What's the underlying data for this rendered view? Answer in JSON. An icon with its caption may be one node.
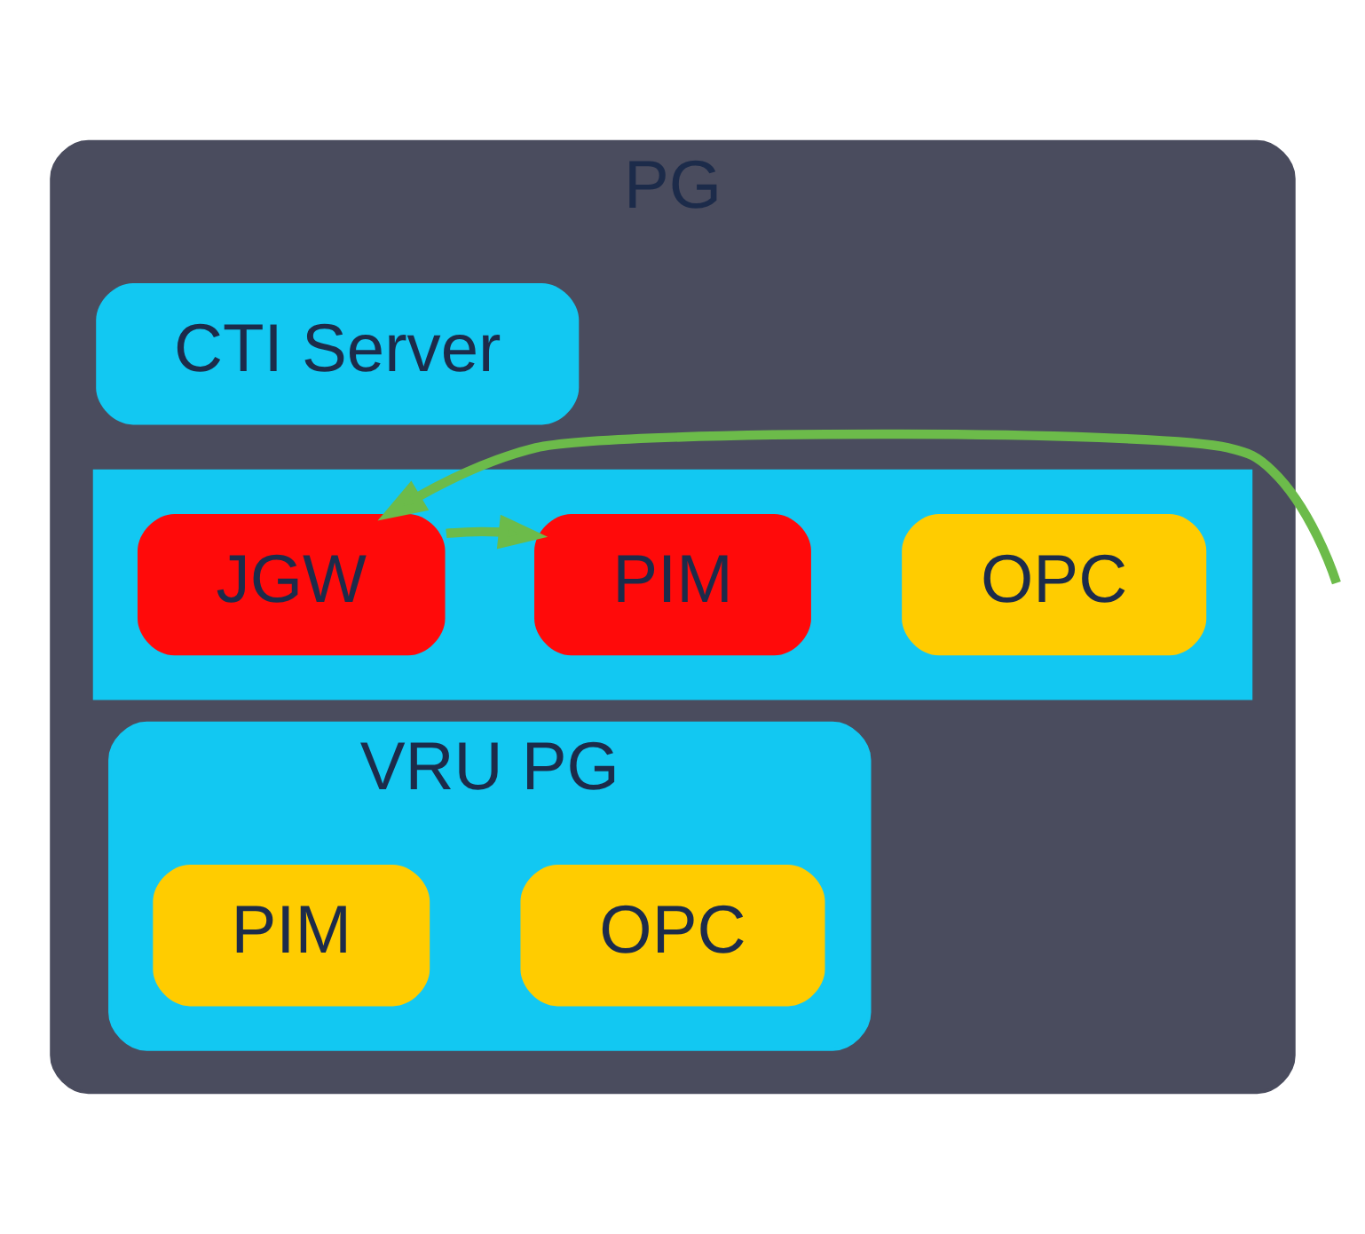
{
  "diagram": {
    "nodes": [
      {
        "text": [
          "PG"
        ]
      },
      {
        "text": [
          "CTI Server"
        ],
        "in": 0
      },
      {
        "text": [],
        "shape": "box",
        "in": 0
      },
      {
        "text": [
          "JGW"
        ],
        "in": 2
      },
      {
        "text": [
          "PIM"
        ],
        "in": 2
      },
      {
        "text": [
          "OPC"
        ],
        "in": 2
      },
      {
        "text": [
          "VRU PG"
        ],
        "in": 0
      },
      {
        "text": [
          "PIM"
        ],
        "in": 6
      },
      {
        "text": [
          "OPC"
        ],
        "in": 6
      }
    ],
    "edges": [
      {
        "from": null,
        "to": 3,
        "arrow": "to"
      },
      {
        "from": 3,
        "to": 4,
        "arrow": "to"
      }
    ]
  }
}
